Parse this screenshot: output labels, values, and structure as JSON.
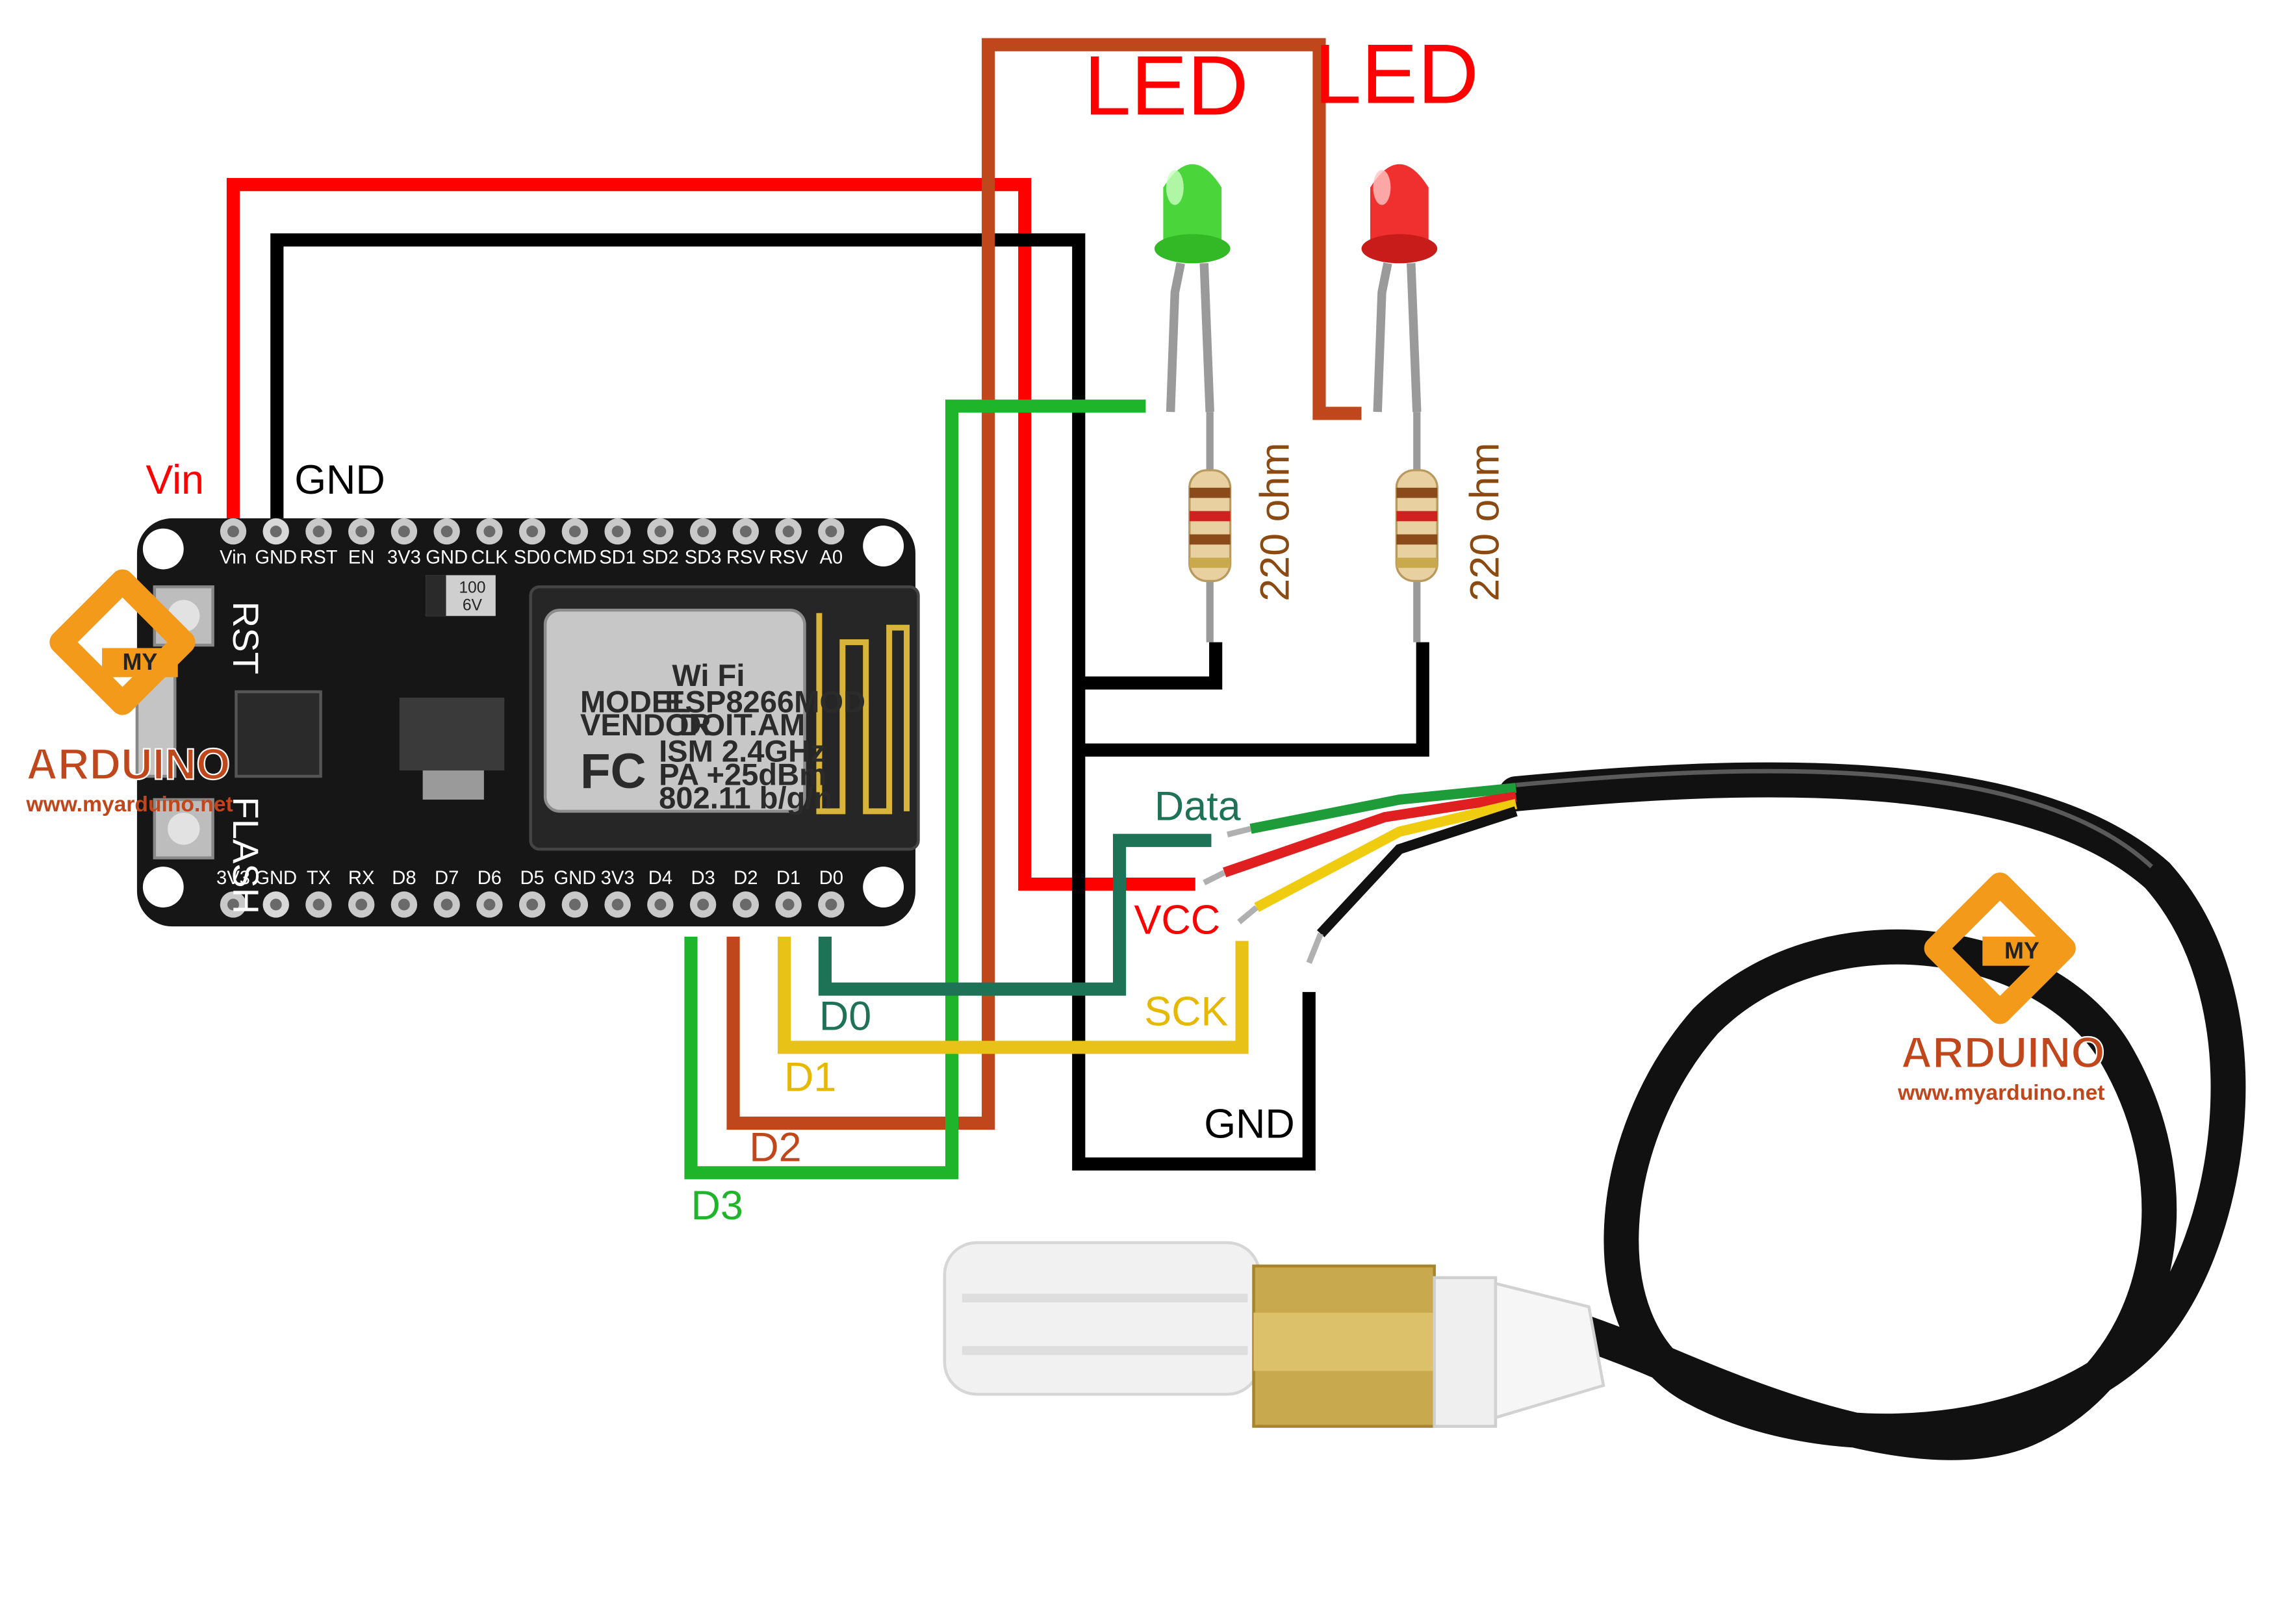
{
  "colors": {
    "red_wire": "#ff0000",
    "black_wire": "#000000",
    "brown_wire": "#c0461c",
    "green_wire": "#1fb52b",
    "teal_wire": "#1e7356",
    "yellow_wire": "#e9c218",
    "label_red": "#ff0000",
    "label_black": "#000000",
    "label_brown": "#c0461c",
    "label_green": "#1fb52b",
    "label_teal": "#1e7356",
    "label_yellow": "#e6b800",
    "resistor_label": "#8b4a12",
    "board": "#161616",
    "logo_orange": "#f39a1a"
  },
  "wire_labels": {
    "vin": "Vin",
    "gnd_top": "GND",
    "data": "Data",
    "vcc": "VCC",
    "sck": "SCK",
    "gnd_sensor": "GND",
    "d0": "D0",
    "d1": "D1",
    "d2": "D2",
    "d3": "D3"
  },
  "leds": [
    {
      "label": "LED",
      "color": "green"
    },
    {
      "label": "LED",
      "color": "red"
    }
  ],
  "resistors": [
    {
      "label": "220 ohm"
    },
    {
      "label": "220 ohm"
    }
  ],
  "board": {
    "top_pins": [
      "Vin",
      "GND",
      "RST",
      "EN",
      "3V3",
      "GND",
      "CLK",
      "SD0",
      "CMD",
      "SD1",
      "SD2",
      "SD3",
      "RSV",
      "RSV",
      "A0"
    ],
    "bottom_pins": [
      "3V3",
      "GND",
      "TX",
      "RX",
      "D8",
      "D7",
      "D6",
      "D5",
      "GND",
      "3V3",
      "D4",
      "D3",
      "D2",
      "D1",
      "D0"
    ],
    "rst_button": "RST",
    "flash_button": "FLASH",
    "module_lines": [
      "Wi Fi",
      "MODEL",
      "ESP8266MOD",
      "VENDOR",
      "DOIT.AM",
      "ISM 2.4GHz",
      "PA +25dBm",
      "802.11 b/g/n"
    ],
    "cap_marking": [
      "100",
      "6V"
    ]
  },
  "logos": [
    {
      "badge": "MY",
      "name": "ARDUINO",
      "url": "www.myarduino.net"
    },
    {
      "badge": "MY",
      "name": "ARDUINO",
      "url": "www.myarduino.net"
    }
  ]
}
